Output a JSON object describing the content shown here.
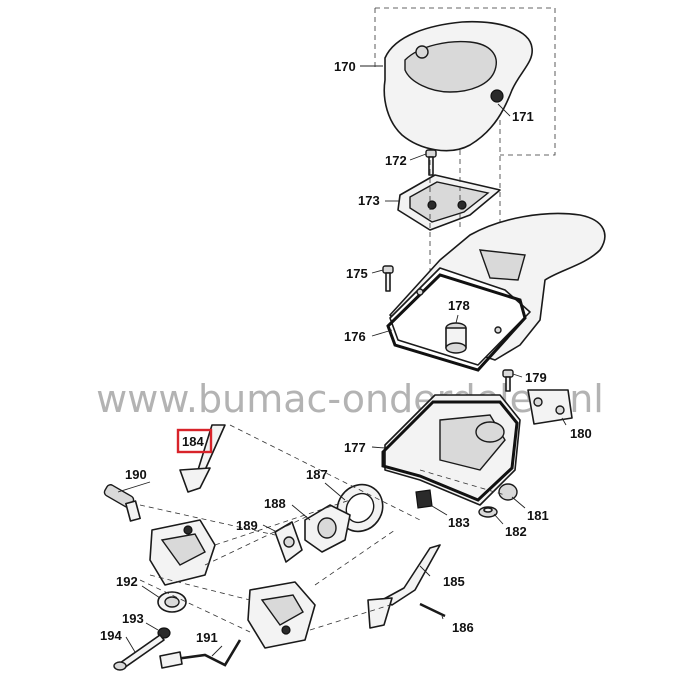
{
  "watermark": "www.bumac-onderdelen.nl",
  "highlight_color": "#d8232a",
  "highlighted_callout": "184",
  "callouts": {
    "c170": "170",
    "c171": "171",
    "c172": "172",
    "c173": "173",
    "c175": "175",
    "c176": "176",
    "c177": "177",
    "c178": "178",
    "c179": "179",
    "c180": "180",
    "c181": "181",
    "c182": "182",
    "c183": "183",
    "c184": "184",
    "c185": "185",
    "c186": "186",
    "c187": "187",
    "c188": "188",
    "c189": "189",
    "c190": "190",
    "c191": "191",
    "c192": "192",
    "c193": "193",
    "c194": "194"
  }
}
